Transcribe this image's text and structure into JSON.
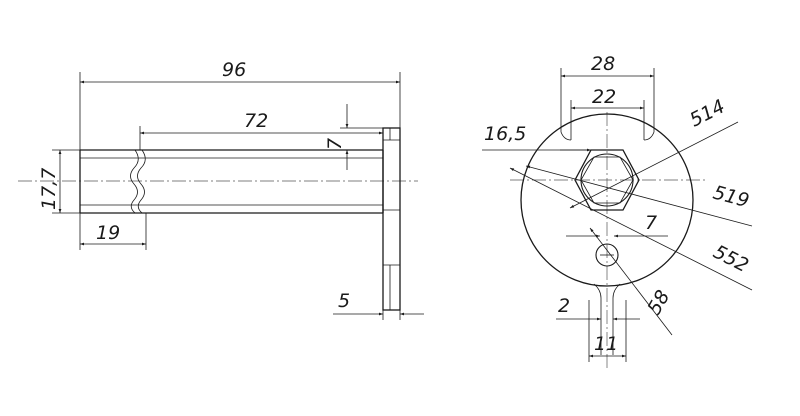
{
  "drawing": {
    "side_view": {
      "dim_overall_length": "96",
      "dim_shaft_length": "72",
      "dim_offset": "7",
      "dim_diameter": "17,7",
      "dim_end_length": "19",
      "dim_plate_thickness": "5"
    },
    "front_view": {
      "dim_slot_outer": "28",
      "dim_slot_inner": "22",
      "dim_hex": "16,5",
      "dim_hole_offset": "7",
      "dim_slot_width": "2",
      "dim_slot_spacing": "11",
      "label_514": "514",
      "label_519": "519",
      "label_552": "552",
      "label_58": "58"
    }
  }
}
